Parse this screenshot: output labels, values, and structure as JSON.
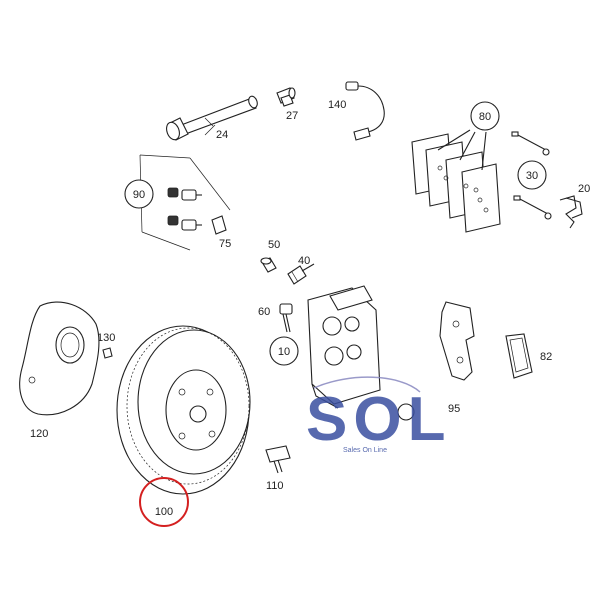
{
  "part_labels": {
    "p24": "24",
    "p27": "27",
    "p140": "140",
    "p80": "80",
    "p90": "90",
    "p75": "75",
    "p30": "30",
    "p20": "20",
    "p50": "50",
    "p40": "40",
    "p60": "60",
    "p10": "10",
    "p130": "130",
    "p120": "120",
    "p82": "82",
    "p95": "95",
    "p110": "110",
    "p100": "100"
  },
  "watermark": {
    "logo_text": "SOL",
    "tagline": "Sales On Line"
  },
  "colors": {
    "highlight_circle": "#d42020",
    "watermark_s": "#3a4fa0",
    "watermark_o": "#3a4fa0",
    "watermark_l": "#c9c9e0",
    "line": "#222222"
  }
}
